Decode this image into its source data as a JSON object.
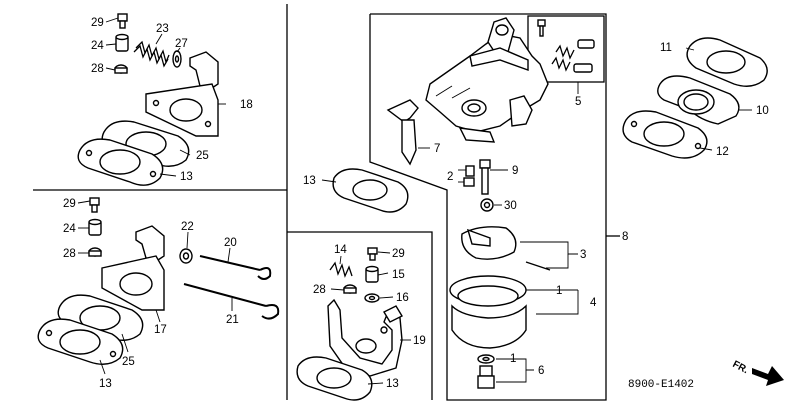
{
  "diagram": {
    "code": "8900-E1402",
    "direction": "FR.",
    "callouts": {
      "c29a": "29",
      "c24a": "24",
      "c28a": "28",
      "c23": "23",
      "c27": "27",
      "c18": "18",
      "c25a": "25",
      "c13a": "13",
      "c29b": "29",
      "c24b": "24",
      "c28b": "28",
      "c22": "22",
      "c20": "20",
      "c17": "17",
      "c21": "21",
      "c25b": "25",
      "c13b": "13",
      "c13c": "13",
      "c14": "14",
      "c29c": "29",
      "c15": "15",
      "c28c": "28",
      "c16": "16",
      "c19": "19",
      "c13d": "13",
      "c5": "5",
      "c7": "7",
      "c2": "2",
      "c9": "9",
      "c30": "30",
      "c3": "3",
      "c1a": "1",
      "c4": "4",
      "c1b": "1",
      "c6": "6",
      "c8": "8",
      "c11": "11",
      "c10": "10",
      "c12": "12"
    }
  }
}
